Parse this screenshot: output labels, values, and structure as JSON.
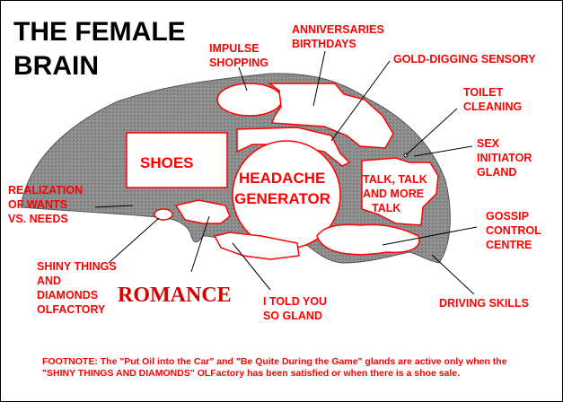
{
  "title": [
    "THE FEMALE",
    "BRAIN"
  ],
  "regions": {
    "shoes": "SHOES",
    "headache": [
      "HEADACHE",
      "GENERATOR"
    ],
    "talk": [
      "TALK, TALK",
      "AND MORE",
      "TALK"
    ]
  },
  "labels": {
    "impulse": [
      "IMPULSE",
      "SHOPPING"
    ],
    "anniversaries": [
      "ANNIVERSARIES",
      "BIRTHDAYS"
    ],
    "gold": "GOLD-DIGGING SENSORY",
    "toilet": [
      "TOILET",
      "CLEANING"
    ],
    "sex": [
      "SEX",
      "INITIATOR",
      "GLAND"
    ],
    "realization": [
      "REALIZATION",
      "OF WANTS",
      "VS. NEEDS"
    ],
    "gossip": [
      "GOSSIP",
      "CONTROL",
      "CENTRE"
    ],
    "shiny": [
      "SHINY THINGS",
      "AND",
      "DIAMONDS",
      "OLFACTORY"
    ],
    "romance": "ROMANCE",
    "itoldyou": [
      "I TOLD YOU",
      "SO GLAND"
    ],
    "driving": "DRIVING SKILLS"
  },
  "footnote": [
    "FOOTNOTE:  The \"Put Oil into the Car\" and \"Be Quite During the Game\" glands are active only when the",
    "\"SHINY THINGS AND DIAMONDS\" OLFactory has been satisfied or when there is a shoe sale."
  ],
  "colors": {
    "label": "#ff0000",
    "brain": "#8a8a8a"
  }
}
